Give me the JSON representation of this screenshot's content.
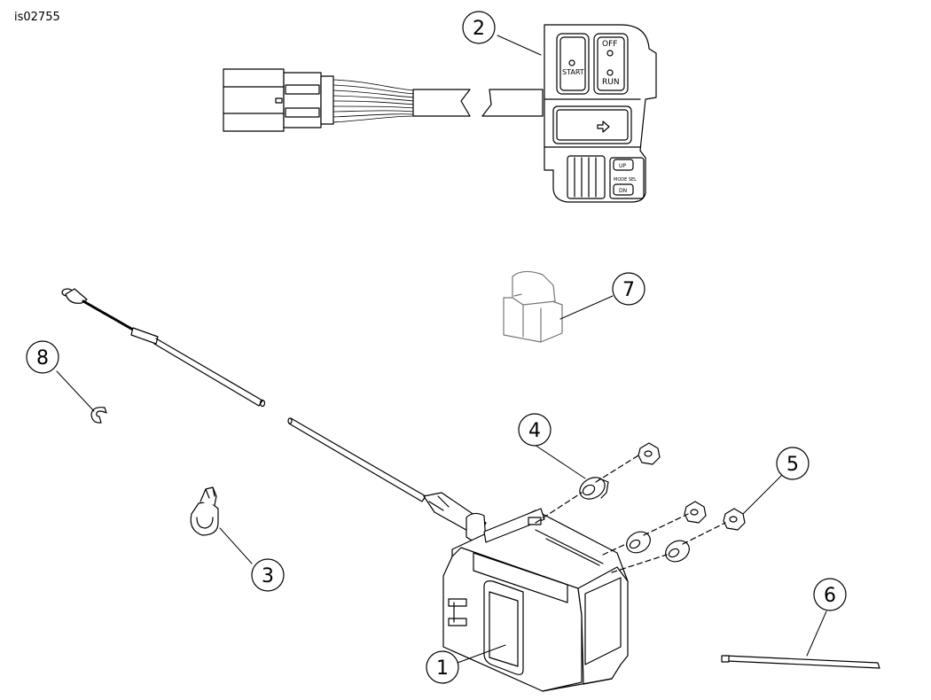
{
  "figure_id": "is02755",
  "callouts": [
    {
      "number": "1",
      "part": "module"
    },
    {
      "number": "2",
      "part": "handlebar-switch-housing"
    },
    {
      "number": "3",
      "part": "cable-clip"
    },
    {
      "number": "4",
      "part": "grommet"
    },
    {
      "number": "5",
      "part": "nut"
    },
    {
      "number": "6",
      "part": "cable-tie"
    },
    {
      "number": "7",
      "part": "switch"
    },
    {
      "number": "8",
      "part": "retaining-clip"
    }
  ],
  "switch_labels": {
    "off": "OFF",
    "run": "RUN",
    "start": "START",
    "up": "UP",
    "mode_sel": "MODE SEL",
    "dn": "DN"
  },
  "colors": {
    "line": "#000000",
    "background": "#ffffff",
    "light_gray": "#d9d9d9"
  }
}
